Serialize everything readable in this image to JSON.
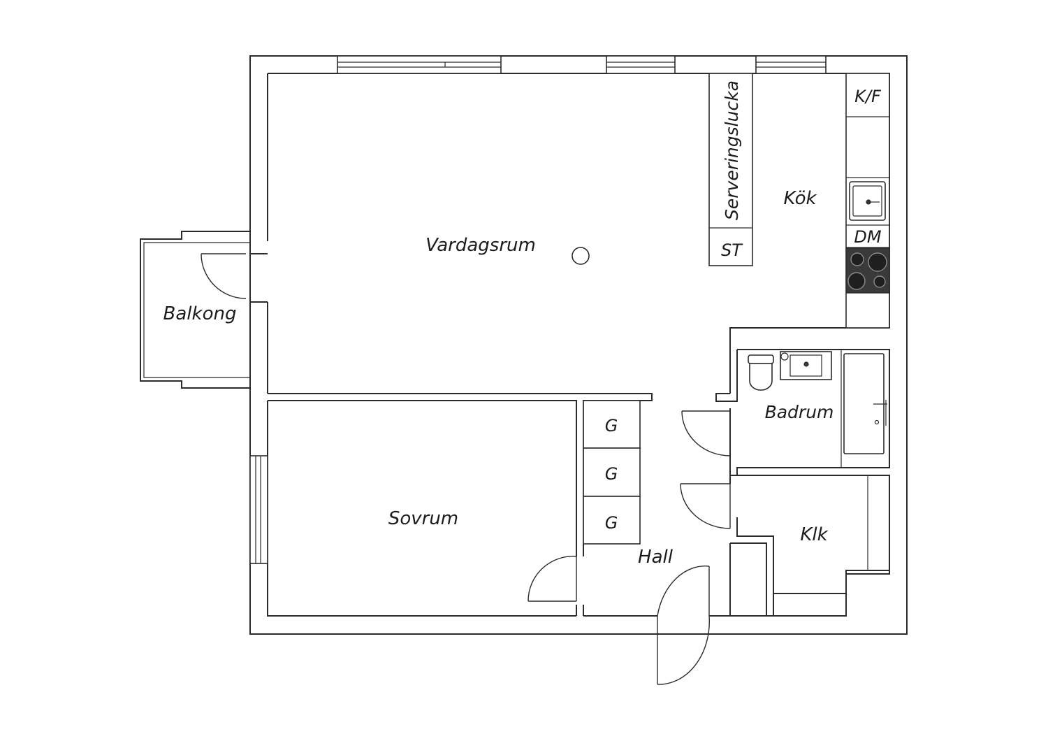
{
  "rooms": {
    "vardagsrum": "Vardagsrum",
    "balkong": "Balkong",
    "kok": "Kök",
    "serveringslucka": "Serveringslucka",
    "st": "ST",
    "kf": "K/F",
    "dm": "DM",
    "badrum": "Badrum",
    "sovrum": "Sovrum",
    "hall": "Hall",
    "klk": "Klk",
    "wardrobe_1": "G",
    "wardrobe_2": "G",
    "wardrobe_3": "G"
  },
  "colors": {
    "line": "#2b2b2b",
    "background": "#ffffff",
    "stove": "#3a3a3a"
  }
}
